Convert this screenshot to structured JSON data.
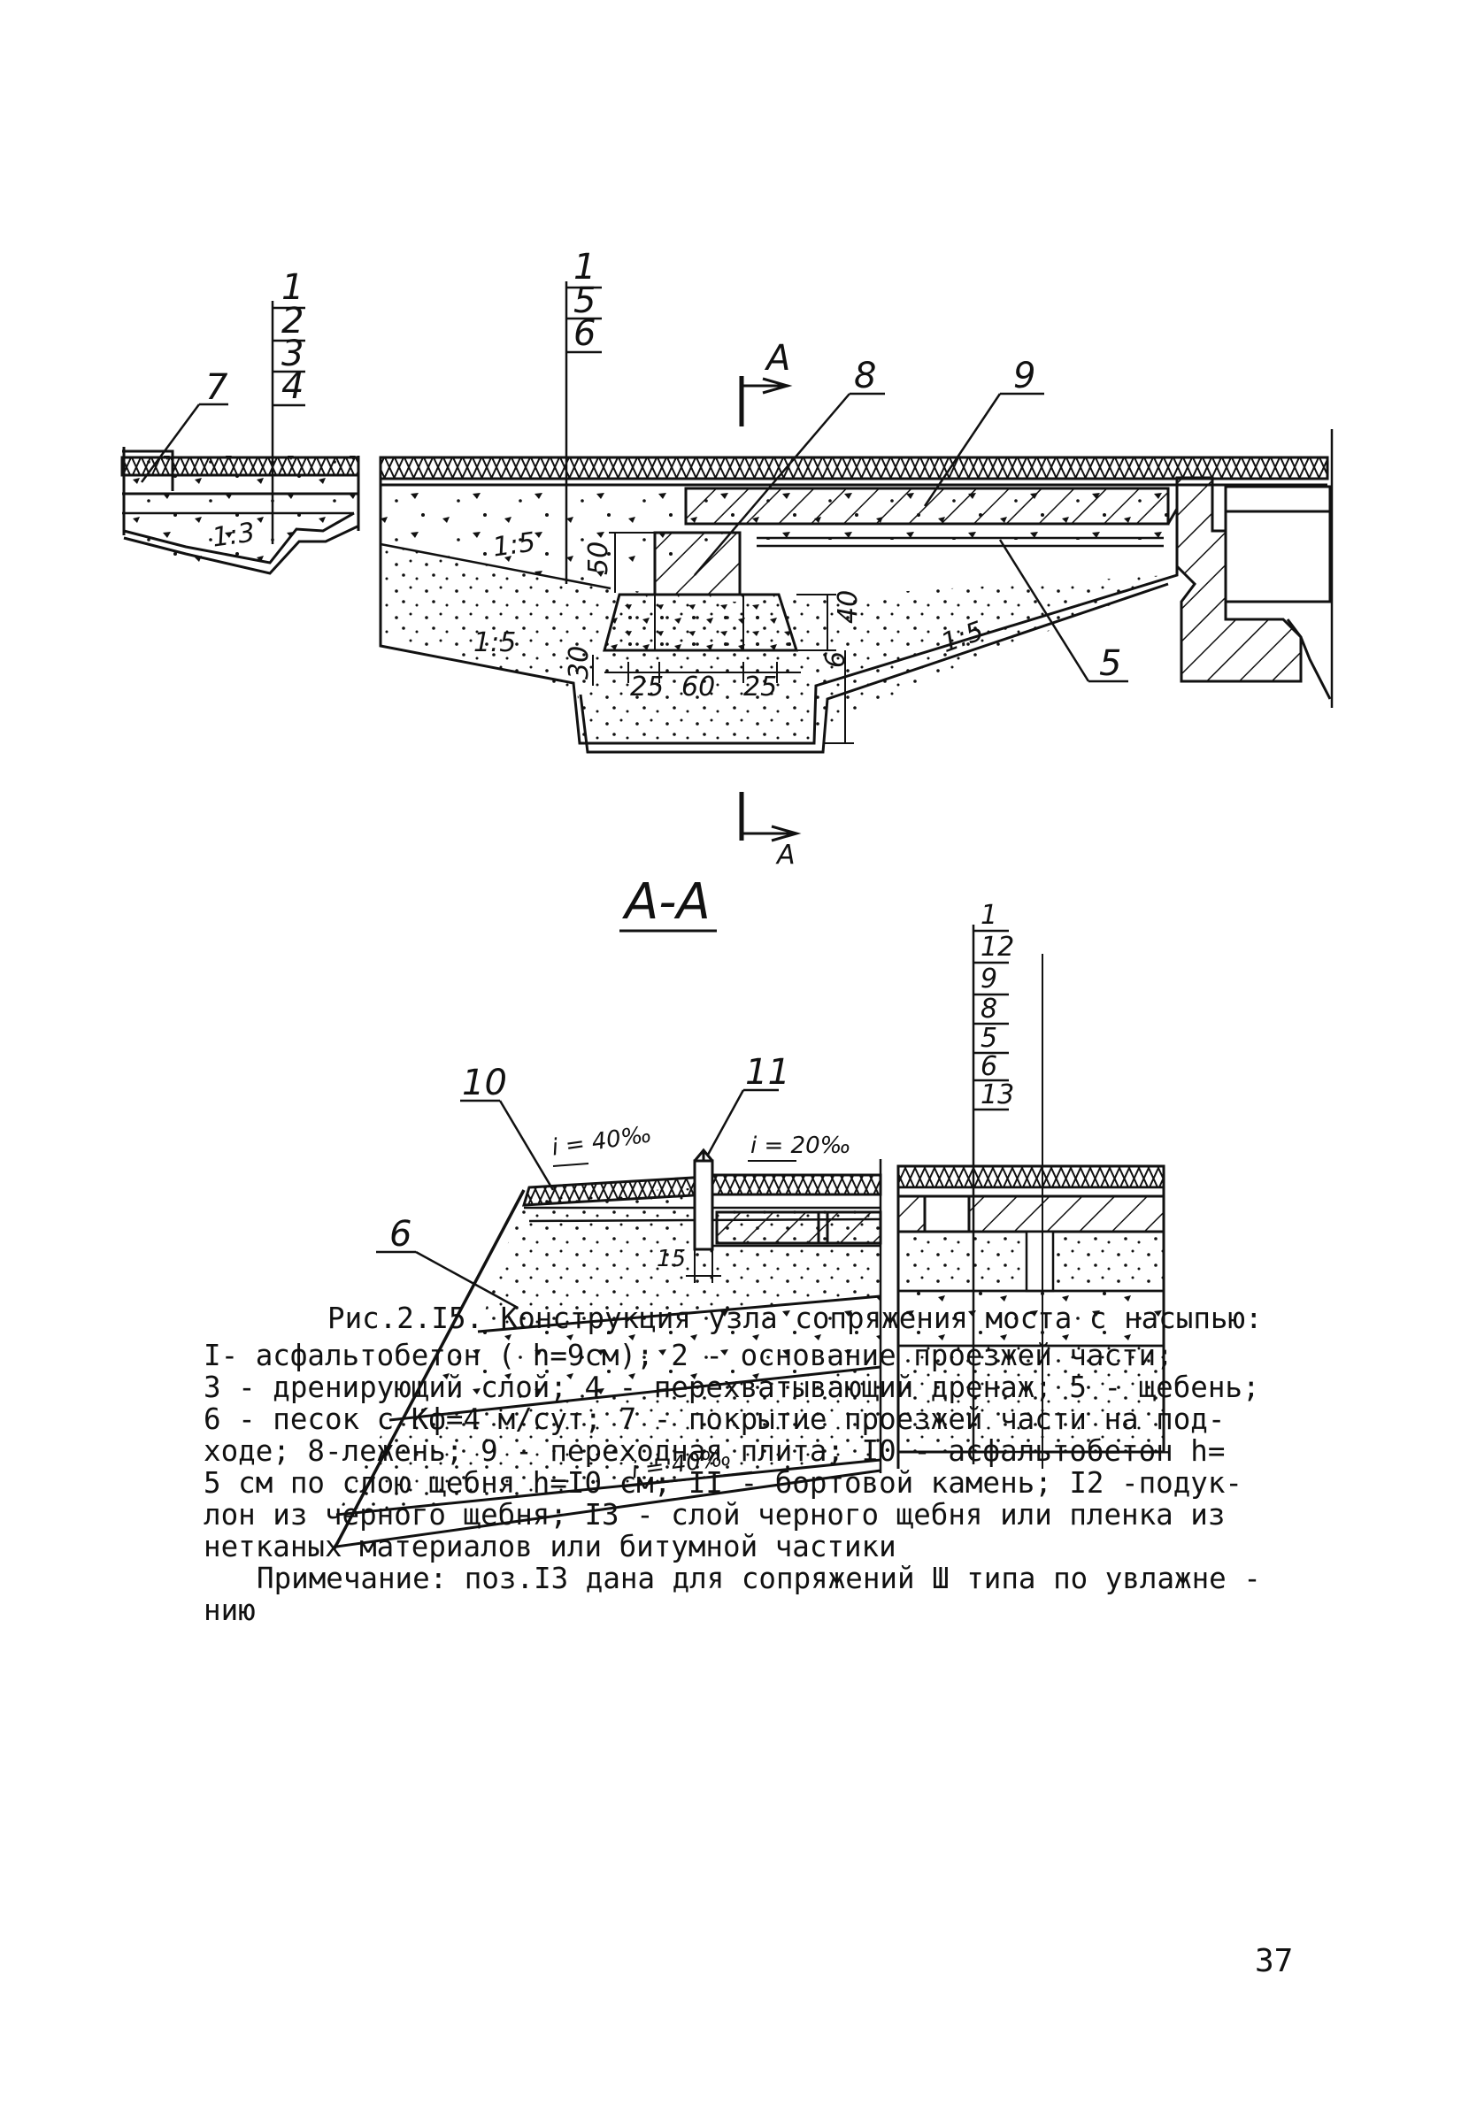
{
  "figure": {
    "main_labels": {
      "l1": "1",
      "l2": "2",
      "l3": "3",
      "l4": "4",
      "l7": "7",
      "m1": "1",
      "m5": "5",
      "m6": "6",
      "l8": "8",
      "l9": "9",
      "l5b": "5",
      "section_top": "A",
      "section_bottom": "A"
    },
    "dimensions": {
      "d50": "50",
      "d40": "40",
      "d30": "30",
      "d6": "6",
      "d25a": "25",
      "d60": "60",
      "d25b": "25",
      "slope_13": "1:3",
      "slope_15a": "1:5",
      "slope_15b": "1:5",
      "slope_15c": "1:5"
    },
    "section_title": "А-А",
    "section_labels": {
      "s1": "1",
      "s12": "12",
      "s9": "9",
      "s8": "8",
      "s5": "5",
      "s6": "6",
      "s13": "13",
      "s10": "10",
      "s11": "11",
      "s6b": "6",
      "s15": "15",
      "slope_i40a": "i = 40‰",
      "slope_i20": "i = 20‰",
      "slope_i40b": "i = 40‰"
    }
  },
  "caption": {
    "title": "Рис.2.I5. Конструкция узла сопряжения моста с насыпью:",
    "lines": [
      "I- асфальтобетон ( h=9см); 2 - основание проезжей части;",
      "3 - дренирующий слой; 4 - перехватывающий дренаж; 5 - щебень;",
      "6 - песок с Кф=4 м/сут; 7 - покрытие проезжей части на под-",
      "ходе;  8-лежень; 9 - переходная плита; I0 - асфальтобетон h=",
      "5 см по слою щебня h=I0 см; II - бортовой камень; I2 -подук-",
      "лон из черного щебня; I3 - слой черного щебня или пленка из",
      "нетканых материалов или битумной частики"
    ],
    "note": "Примечание: поз.I3 дана для сопряжений Ш типа по увлажне -",
    "note_cont": "нию"
  },
  "page_number": "37"
}
